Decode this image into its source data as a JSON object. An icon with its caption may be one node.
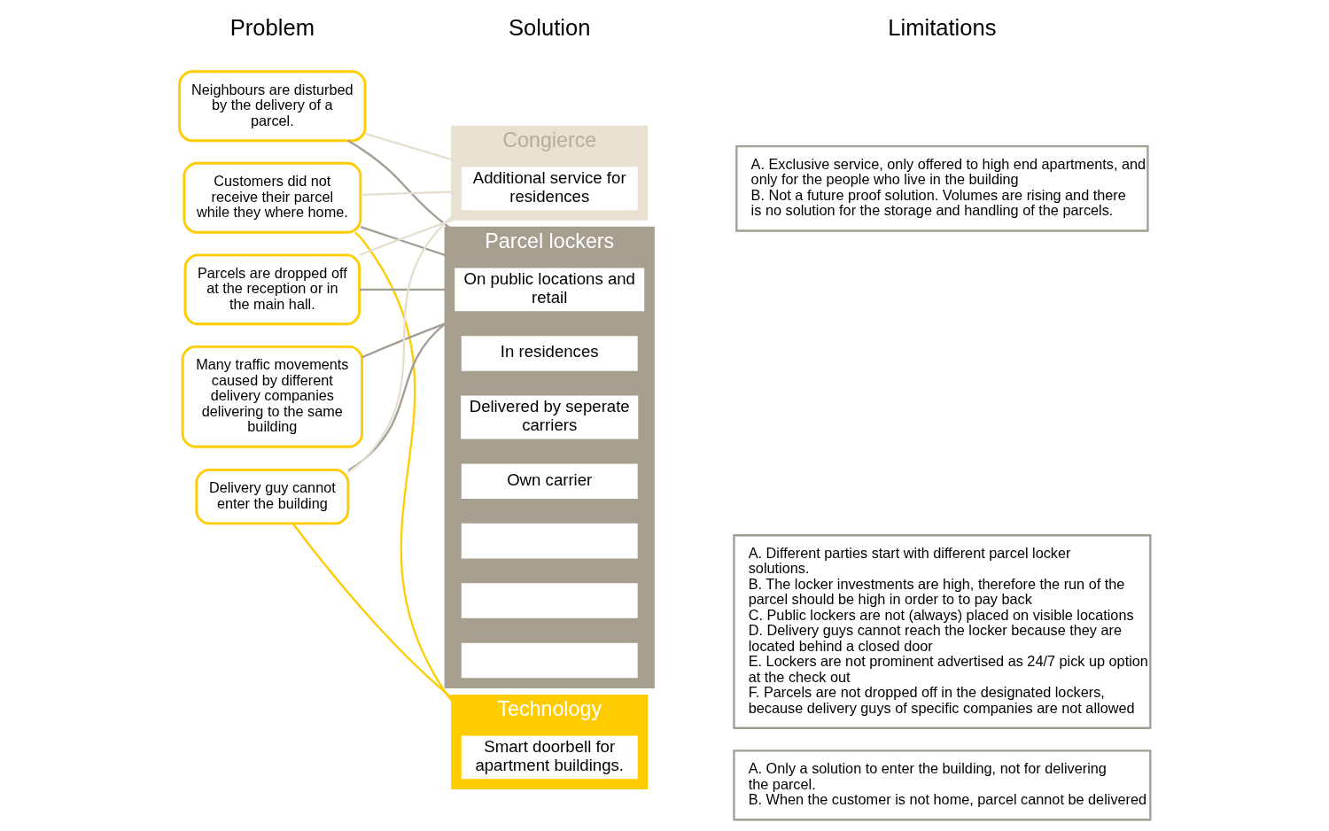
{
  "diagram": {
    "nodes": [
      {
        "text": [
          "Neighbours are disturbed by the delivery of a parcel."
        ]
      },
      {
        "text": [
          "Customers did not receive their parcel while they where home."
        ]
      },
      {
        "text": [
          "Parcels are dropped off at the reception or in the main hall."
        ]
      },
      {
        "text": [
          "Many traffic movements caused by different delivery companies delivering to the same building"
        ]
      },
      {
        "text": [
          "Delivery guy cannot enter the building"
        ]
      },
      {
        "text": [
          "Parcel lockers"
        ]
      },
      {
        "text": [
          "On public locations and retail"
        ],
        "in": 5
      },
      {
        "text": [
          "In residences"
        ],
        "in": 5
      },
      {
        "text": [
          "Delivered by seperate carriers"
        ],
        "in": 5
      },
      {
        "text": [
          "Own carrier"
        ],
        "in": 5
      },
      {
        "text": [],
        "shape": "box",
        "in": 5
      },
      {
        "text": [],
        "shape": "box",
        "in": 5
      },
      {
        "text": [],
        "shape": "box",
        "in": 5
      },
      {
        "text": [
          "Congierce"
        ]
      },
      {
        "text": [
          "Additional service for residences"
        ],
        "in": 13
      },
      {
        "text": [
          "Technology"
        ]
      },
      {
        "text": [
          "Smart doorbell for apartment buildings."
        ],
        "in": 15
      },
      {
        "text": [
          "A. Different parties start with different parcel locker solutions.",
          "B. The locker investments are high, therefore the run of the parcel should be high in order to to pay back",
          "C. Public lockers are not (always) placed on visible locations",
          "D. Delivery guys cannot reach the locker because they are located behind a closed door",
          "E. Lockers are not prominent advertised as 24/7 pick up option at the check out",
          "F. Parcels are not dropped off in the designated lockers, because delivery guys of specific companies are not allowed"
        ]
      },
      {
        "text": [
          "A. Exclusive service, only offered to high end apartments, and only for the people who live in the building",
          "B. Not a future proof solution. Volumes are rising and there is no solution for the storage and handling of the parcels."
        ]
      },
      {
        "text": [
          "A. Only a solution to enter the building, not for delivering the parcel.",
          "B. When the customer is not home, parcel cannot be delivered"
        ]
      }
    ],
    "edges": [
      {
        "from": 0,
        "to": 5,
        "arrow": "none"
      },
      {
        "from": 1,
        "to": 5,
        "arrow": "none"
      },
      {
        "from": 2,
        "to": 5,
        "arrow": "none"
      },
      {
        "from": 3,
        "to": 5,
        "arrow": "none"
      },
      {
        "from": 4,
        "to": 5,
        "arrow": "none"
      },
      {
        "from": 0,
        "to": 13,
        "arrow": "none",
        "color": "#e6dfcf"
      },
      {
        "from": 1,
        "to": 13,
        "arrow": "none",
        "color": "#e6dfcf"
      },
      {
        "from": 2,
        "to": 13,
        "arrow": "none",
        "color": "#e6dfcf"
      },
      {
        "from": 4,
        "to": 13,
        "arrow": "none",
        "color": "#e6dfcf"
      },
      {
        "from": 1,
        "to": 15,
        "arrow": "none",
        "color": "#ffcc00"
      },
      {
        "from": 4,
        "to": 15,
        "arrow": "none",
        "color": "#ffcc00"
      }
    ],
    "labels": [
      "Problem",
      "Solution",
      "Limitations"
    ]
  }
}
